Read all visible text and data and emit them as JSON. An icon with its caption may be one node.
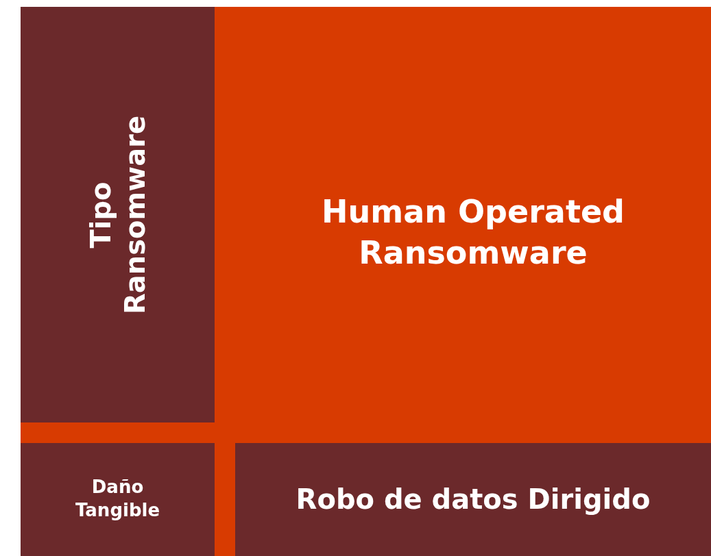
{
  "diagram": {
    "nodes": [
      {
        "text": [
          "Human Operated Ransomware"
        ]
      },
      {
        "text": [
          "Tipo Ransomware"
        ],
        "in": 0
      },
      {
        "text": [
          "Daño Tangible"
        ],
        "in": 0
      },
      {
        "text": [
          "Robo de datos Dirigido"
        ],
        "in": 0
      }
    ]
  }
}
